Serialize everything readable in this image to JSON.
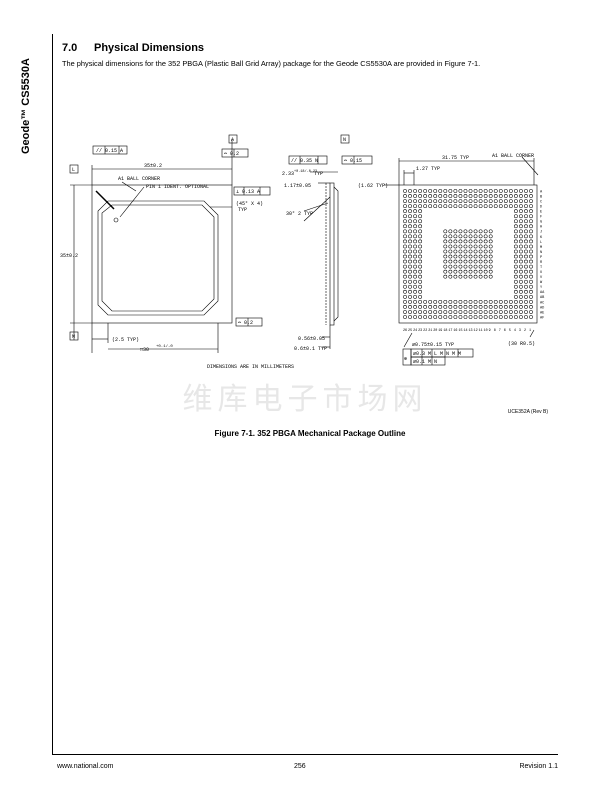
{
  "sidebar": {
    "product_title": "Geode™ CS5530A"
  },
  "section": {
    "number": "7.0",
    "title": "Physical Dimensions",
    "intro": "The physical dimensions for the 352 PBGA (Plastic Ball Grid Array) package for the Geode CS5530A are provided in Figure 7-1."
  },
  "drawing": {
    "top_view": {
      "flatness_frame": "// 0.15 A",
      "datum_a": "A",
      "profile_top": "⌓ 0.2",
      "datum_l": "L",
      "dim_width": "35±0.2",
      "a1_corner": "A1 BALL CORNER",
      "pin1": "PIN 1 IDENT. OPTIONAL",
      "perp_frame": "⊥ 0.13 A",
      "chamfer": "(45° X 4)",
      "chamfer_typ": "TYP",
      "dim_height": "35±0.2",
      "datum_m": "M",
      "profile_bottom": "⌓ 0.2",
      "edge_dim": "(2.5 TYP)",
      "body_dim": "□30",
      "body_tol": "+0.1/-0"
    },
    "side_view": {
      "datum_n": "N",
      "flatness_frame": "// 0.35 N",
      "profile": "⌓ 0.15",
      "pkg_height": "2.33",
      "pkg_height_tol": "+0.18/-0.23",
      "pkg_height_typ": "TYP",
      "substrate": "1.17±0.05",
      "angle": "30° 2",
      "angle_typ": "TYP",
      "ball_height": "0.56±0.05",
      "standoff": "0.6±0.1 TYP",
      "units_note": "DIMENSIONS ARE IN MILLIMETERS"
    },
    "bottom_view": {
      "a1_corner": "A1 BALL CORNER",
      "array_span": "31.75 TYP",
      "pitch": "1.27 TYP",
      "offset": "(1.62 TYP)",
      "ball_dia": "⌀0.75±0.15 TYP",
      "pos_tol_1": "⌀0.3 M L M N M M",
      "pos_tol_2": "⌀0.1 M N",
      "radius": "(30 R0.5)",
      "row_labels": [
        "A",
        "B",
        "C",
        "D",
        "E",
        "F",
        "G",
        "H",
        "J",
        "K",
        "L",
        "M",
        "N",
        "P",
        "R",
        "T",
        "U",
        "V",
        "W",
        "Y",
        "AA",
        "AB",
        "AC",
        "AD",
        "AE",
        "AF"
      ],
      "column_labels": [
        "26",
        "25",
        "24",
        "23",
        "22",
        "21",
        "20",
        "19",
        "18",
        "17",
        "16",
        "15",
        "14",
        "13",
        "12",
        "11",
        "10",
        "9",
        "8",
        "7",
        "6",
        "5",
        "4",
        "3",
        "2",
        "1"
      ]
    }
  },
  "watermark": "维库电子市场网",
  "figure": {
    "id": "UCE352A (Rev B)",
    "caption": "Figure 7-1.  352 PBGA Mechanical Package Outline"
  },
  "footer": {
    "left": "www.national.com",
    "center": "256",
    "right": "Revision 1.1"
  }
}
